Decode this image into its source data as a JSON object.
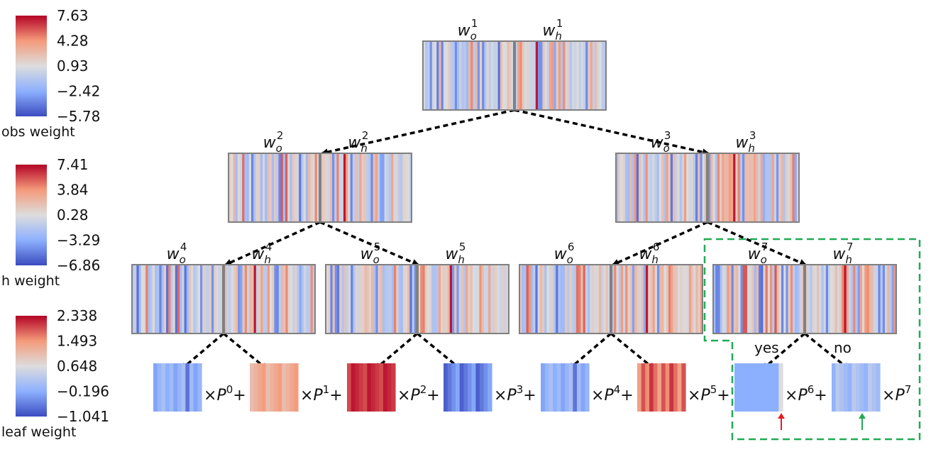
{
  "colorbars": [
    {
      "id": "obs",
      "title": "obs weight",
      "ticks": [
        "7.63",
        "4.28",
        "0.93",
        "−2.42",
        "−5.78"
      ]
    },
    {
      "id": "h",
      "title": "h weight",
      "ticks": [
        "7.41",
        "3.84",
        "0.28",
        "−3.29",
        "−6.86"
      ]
    },
    {
      "id": "leaf",
      "title": "leaf weight",
      "ticks": [
        "2.338",
        "1.493",
        "0.648",
        "−0.196",
        "−1.041"
      ]
    }
  ],
  "colors": {
    "cold": "#3b4cc0",
    "mid": "#dddddd",
    "hot": "#b40426",
    "frame": "#808080",
    "arrow": "#000000",
    "highlight": "#22aa55",
    "marker_red": "#e02020",
    "marker_green": "#22aa55"
  },
  "nodes": [
    {
      "id": 1,
      "o_label": "w",
      "o_sub": "o",
      "o_sup": "1",
      "h_label": "w",
      "h_sub": "h",
      "h_sup": "1"
    },
    {
      "id": 2,
      "o_label": "w",
      "o_sub": "o",
      "o_sup": "2",
      "h_label": "w",
      "h_sub": "h",
      "h_sup": "2"
    },
    {
      "id": 3,
      "o_label": "w",
      "o_sub": "o",
      "o_sup": "3",
      "h_label": "w",
      "h_sub": "h",
      "h_sup": "3"
    },
    {
      "id": 4,
      "o_label": "w",
      "o_sub": "o",
      "o_sup": "4",
      "h_label": "w",
      "h_sub": "h",
      "h_sup": "4"
    },
    {
      "id": 5,
      "o_label": "w",
      "o_sub": "o",
      "o_sup": "5",
      "h_label": "w",
      "h_sub": "h",
      "h_sup": "5"
    },
    {
      "id": 6,
      "o_label": "w",
      "o_sub": "o",
      "o_sup": "6",
      "h_label": "w",
      "h_sub": "h",
      "h_sup": "6"
    },
    {
      "id": 7,
      "o_label": "w",
      "o_sub": "o",
      "o_sup": "7",
      "h_label": "w",
      "h_sub": "h",
      "h_sup": "7"
    }
  ],
  "leaves": [
    {
      "id": 0,
      "prefix": "×",
      "P": "P",
      "sup": "0",
      "suffix": "+",
      "tone": "cool"
    },
    {
      "id": 1,
      "prefix": "×",
      "P": "P",
      "sup": "1",
      "suffix": "+",
      "tone": "warm"
    },
    {
      "id": 2,
      "prefix": "×",
      "P": "P",
      "sup": "2",
      "suffix": "+",
      "tone": "hot"
    },
    {
      "id": 3,
      "prefix": "×",
      "P": "P",
      "sup": "3",
      "suffix": "+",
      "tone": "cold"
    },
    {
      "id": 4,
      "prefix": "×",
      "P": "P",
      "sup": "4",
      "suffix": "+",
      "tone": "cool"
    },
    {
      "id": 5,
      "prefix": "×",
      "P": "P",
      "sup": "5",
      "suffix": "+",
      "tone": "warm2"
    },
    {
      "id": 6,
      "prefix": "×",
      "P": "P",
      "sup": "6",
      "suffix": "+",
      "tone": "pale"
    },
    {
      "id": 7,
      "prefix": "×",
      "P": "P",
      "sup": "7",
      "suffix": "",
      "tone": "pale2"
    }
  ],
  "branch_labels": {
    "yes": "yes",
    "no": "no"
  }
}
